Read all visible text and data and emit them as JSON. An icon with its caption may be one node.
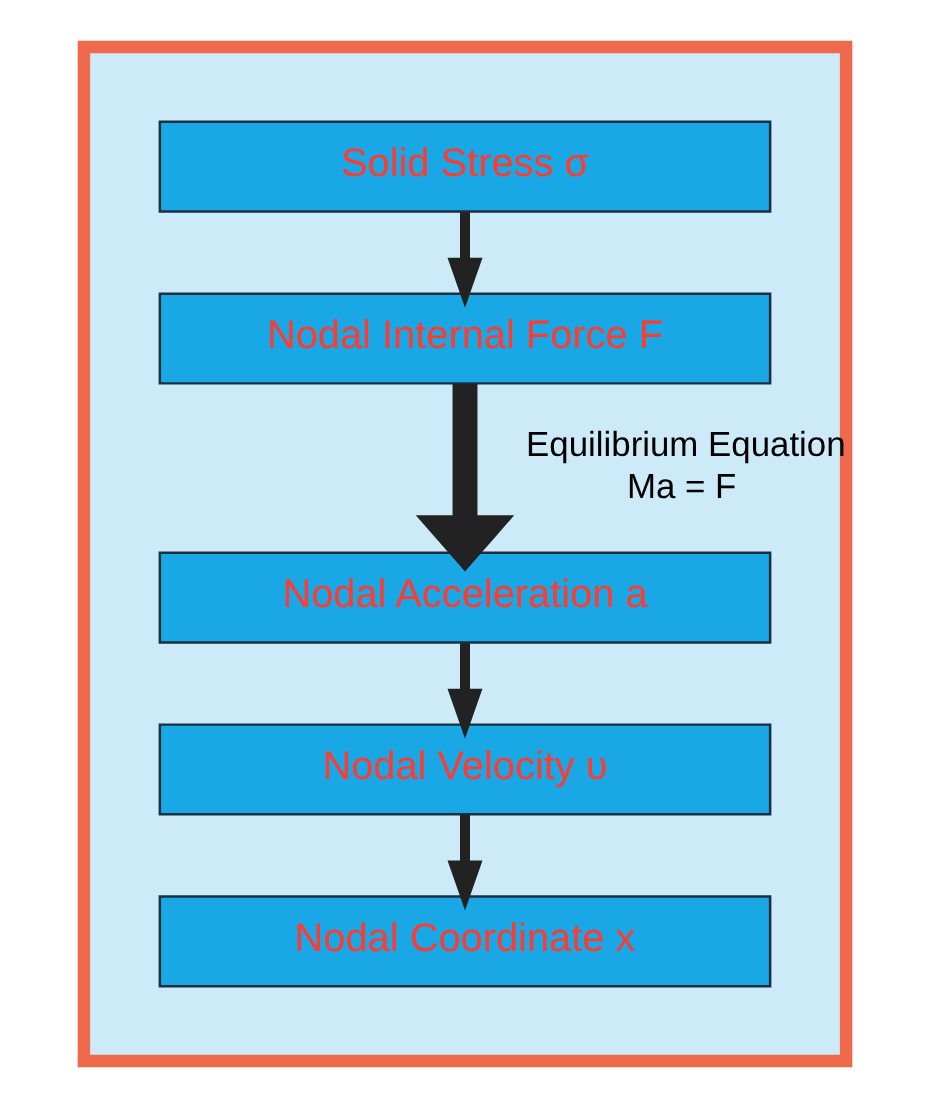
{
  "diagram": {
    "nodes": [
      {
        "text": [],
        "shape": "box"
      },
      {
        "text": [
          "Solid Stress σ"
        ],
        "in": 0
      },
      {
        "text": [
          "Nodal Internal Force F"
        ],
        "in": 0
      },
      {
        "text": [
          "Nodal Acceleration a"
        ],
        "in": 0
      },
      {
        "text": [
          "Nodal Velocity υ"
        ],
        "in": 0
      },
      {
        "text": [
          "Nodal Coordinate x"
        ],
        "in": 0
      }
    ],
    "edges": [
      {
        "from": 1,
        "to": 2,
        "arrow": "to"
      },
      {
        "from": 2,
        "to": 3,
        "arrow": "to",
        "label": "Equilibrium Equation Ma = F",
        "style": "thick"
      },
      {
        "from": 3,
        "to": 4,
        "arrow": "to"
      },
      {
        "from": 4,
        "to": 5,
        "arrow": "to"
      }
    ]
  }
}
